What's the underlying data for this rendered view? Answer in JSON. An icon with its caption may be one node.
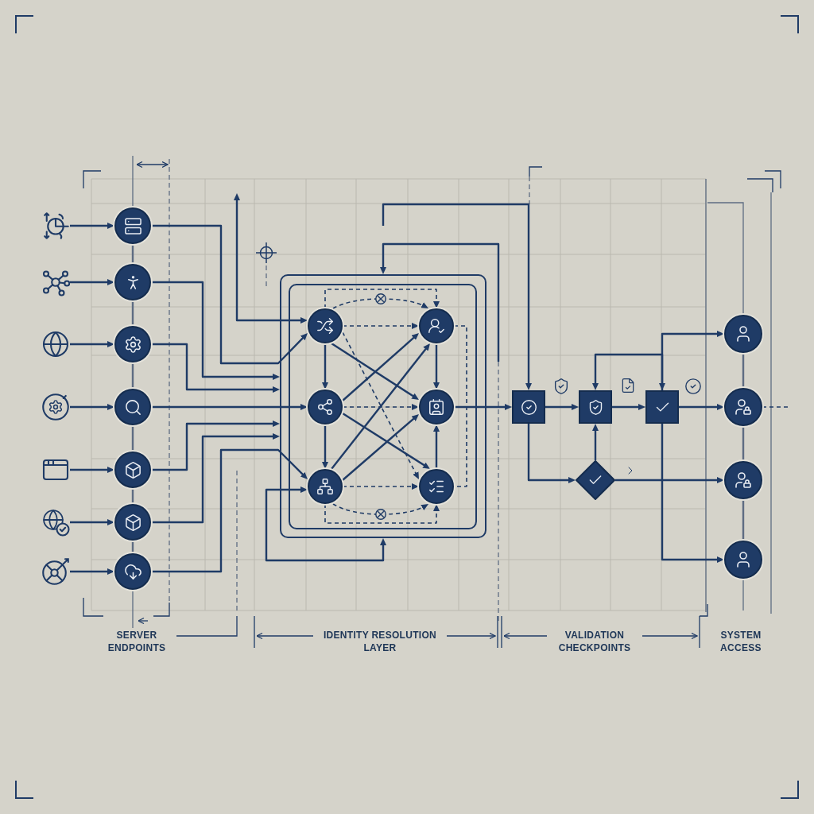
{
  "diagram": {
    "nodes": [
      {
        "text": [],
        "shape": "picture"
      },
      {
        "text": [],
        "shape": "picture"
      },
      {
        "text": [],
        "shape": "picture"
      },
      {
        "text": [],
        "shape": "picture"
      },
      {
        "text": [],
        "shape": "picture"
      },
      {
        "text": [],
        "shape": "picture"
      },
      {
        "text": [],
        "shape": "picture"
      },
      {
        "text": [],
        "shape": "circle"
      },
      {
        "text": [],
        "shape": "circle"
      },
      {
        "text": [],
        "shape": "circle"
      },
      {
        "text": [],
        "shape": "circle"
      },
      {
        "text": [],
        "shape": "circle"
      },
      {
        "text": [],
        "shape": "circle"
      },
      {
        "text": [],
        "shape": "circle"
      },
      {
        "text": [],
        "shape": "box"
      },
      {
        "text": [],
        "shape": "box",
        "in": 14
      },
      {
        "text": [],
        "shape": "circle",
        "in": 15
      },
      {
        "text": [],
        "shape": "circle",
        "in": 15
      },
      {
        "text": [],
        "shape": "circle",
        "in": 15
      },
      {
        "text": [],
        "shape": "circle",
        "in": 15
      },
      {
        "text": [],
        "shape": "circle",
        "in": 15
      },
      {
        "text": [],
        "shape": "circle",
        "in": 15
      },
      {
        "text": [],
        "shape": "square"
      },
      {
        "text": [],
        "shape": "square"
      },
      {
        "text": [],
        "shape": "square"
      },
      {
        "text": [],
        "shape": "diamond"
      },
      {
        "text": [],
        "shape": "circle"
      },
      {
        "text": [],
        "shape": "circle"
      },
      {
        "text": [],
        "shape": "circle"
      },
      {
        "text": [],
        "shape": "circle"
      }
    ],
    "edges": [
      {
        "from": 0,
        "to": 7,
        "arrow": "to"
      },
      {
        "from": 1,
        "to": 8,
        "arrow": "to"
      },
      {
        "from": 2,
        "to": 9,
        "arrow": "to"
      },
      {
        "from": 3,
        "to": 10,
        "arrow": "to"
      },
      {
        "from": 4,
        "to": 11,
        "arrow": "to"
      },
      {
        "from": 5,
        "to": 12,
        "arrow": "to"
      },
      {
        "from": 6,
        "to": 13,
        "arrow": "to"
      },
      {
        "from": 7,
        "to": 8,
        "arrow": "none",
        "color": "#5e6c82"
      },
      {
        "from": 8,
        "to": 9,
        "arrow": "none",
        "color": "#5e6c82"
      },
      {
        "from": 9,
        "to": 10,
        "arrow": "none",
        "color": "#5e6c82"
      },
      {
        "from": 10,
        "to": 11,
        "arrow": "none",
        "color": "#5e6c82"
      },
      {
        "from": 11,
        "to": 12,
        "arrow": "none",
        "color": "#5e6c82"
      },
      {
        "from": 12,
        "to": 13,
        "arrow": "none",
        "color": "#5e6c82"
      },
      {
        "from": 7,
        "to": 16,
        "arrow": "to"
      },
      {
        "from": 8,
        "to": 14,
        "arrow": "to"
      },
      {
        "from": 9,
        "to": 14,
        "arrow": "to"
      },
      {
        "from": 10,
        "to": 18,
        "arrow": "to"
      },
      {
        "from": 11,
        "to": 14,
        "arrow": "to"
      },
      {
        "from": 12,
        "to": 14,
        "arrow": "to"
      },
      {
        "from": 13,
        "to": 20,
        "arrow": "to"
      },
      {
        "from": null,
        "to": 16,
        "arrow": "both"
      },
      {
        "from": 20,
        "to": 14,
        "arrow": "both"
      },
      {
        "from": null,
        "to": 14,
        "arrow": "to"
      },
      {
        "from": null,
        "to": 22,
        "arrow": "to"
      },
      {
        "from": 16,
        "to": 18,
        "arrow": "to"
      },
      {
        "from": 18,
        "to": 20,
        "arrow": "to"
      },
      {
        "from": 17,
        "to": 19,
        "arrow": "to"
      },
      {
        "from": 21,
        "to": 19,
        "arrow": "to"
      },
      {
        "from": 16,
        "to": 17,
        "arrow": "to",
        "style": "dashed"
      },
      {
        "from": 16,
        "to": 17,
        "arrow": "to",
        "style": "dashed"
      },
      {
        "from": 16,
        "to": 17,
        "arrow": "to",
        "style": "dashed"
      },
      {
        "from": 18,
        "to": 19,
        "arrow": "to",
        "style": "dashed"
      },
      {
        "from": 20,
        "to": 21,
        "arrow": "to",
        "style": "dashed"
      },
      {
        "from": 20,
        "to": 21,
        "arrow": "to",
        "style": "dashed"
      },
      {
        "from": 20,
        "to": 21,
        "arrow": "to",
        "style": "dashed"
      },
      {
        "from": 17,
        "to": 21,
        "arrow": "none",
        "style": "dashed"
      },
      {
        "from": 16,
        "to": 19,
        "arrow": "to"
      },
      {
        "from": 18,
        "to": 17,
        "arrow": "to"
      },
      {
        "from": 18,
        "to": 21,
        "arrow": "to"
      },
      {
        "from": 20,
        "to": 19,
        "arrow": "to"
      },
      {
        "from": 20,
        "to": 17,
        "arrow": "to"
      },
      {
        "from": 16,
        "to": 21,
        "arrow": "to",
        "style": "dashed"
      },
      {
        "from": 19,
        "to": 22,
        "arrow": "to"
      },
      {
        "from": 22,
        "to": 23,
        "arrow": "to"
      },
      {
        "from": 23,
        "to": 24,
        "arrow": "to"
      },
      {
        "from": 22,
        "to": 25,
        "arrow": "to"
      },
      {
        "from": 25,
        "to": 23,
        "arrow": "to"
      },
      {
        "from": 24,
        "to": 26,
        "arrow": "to"
      },
      {
        "from": 24,
        "to": 27,
        "arrow": "to"
      },
      {
        "from": 24,
        "to": 28,
        "arrow": "to"
      },
      {
        "from": 25,
        "to": 29,
        "arrow": "to"
      },
      {
        "from": 24,
        "to": 23,
        "arrow": "both"
      },
      {
        "from": 26,
        "to": 27,
        "arrow": "none",
        "color": "#5e6c82"
      },
      {
        "from": 27,
        "to": 28,
        "arrow": "none",
        "color": "#5e6c82"
      },
      {
        "from": 28,
        "to": 29,
        "arrow": "none",
        "color": "#5e6c82"
      },
      {
        "from": 27,
        "to": null,
        "arrow": "none",
        "style": "dashed"
      }
    ],
    "labels": [
      "SERVER ENDPOINTS",
      "IDENTITY RESOLUTION LAYER",
      "VALIDATION CHECKPOINTS",
      "SYSTEM ACCESS"
    ]
  }
}
